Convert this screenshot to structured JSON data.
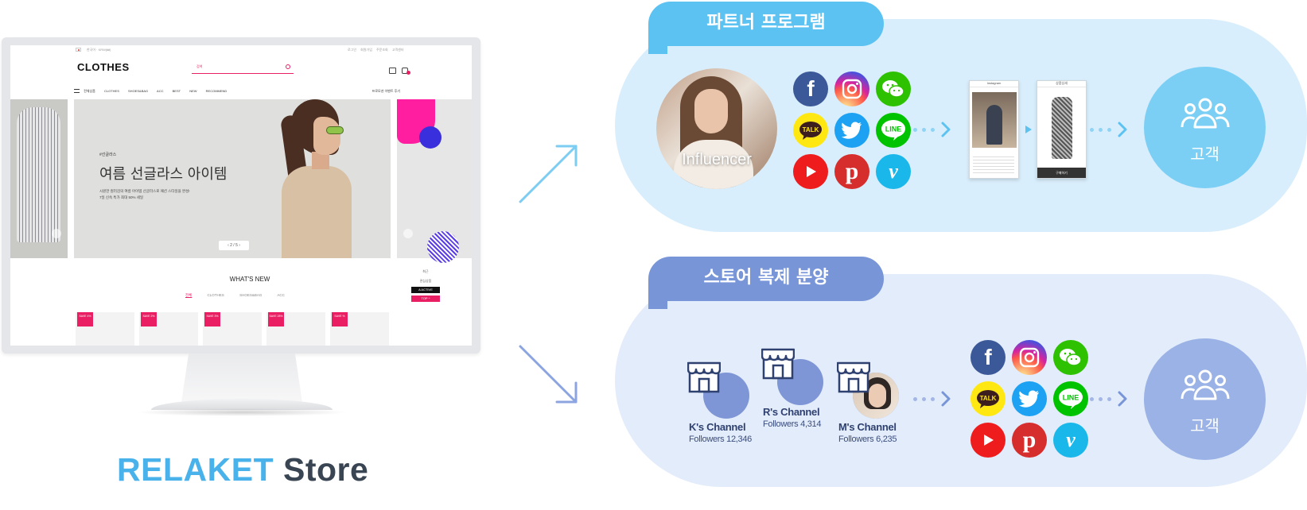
{
  "store": {
    "title_part1": "RELAKET",
    "title_part2": "Store",
    "site": {
      "topbar_left": "한국어 · KRW(₩)",
      "topbar_right": "로그인 회원가입 주문조회 고객센터",
      "logo": "CLOTHES",
      "search_placeholder": "검색",
      "menu": [
        "전체상품",
        "CLOTHES",
        "SHOES&BAG",
        "ACC",
        "BEST",
        "NEW",
        "RECOMMEND"
      ],
      "menu_right": "프로모션 이벤트 후기",
      "banner_tag": "#선글라스",
      "banner_headline": "여름 선글라스 아이템",
      "banner_desc_1": "시원한 컬러감의 여름 아이템 선글라스로 패션 스타일을 완성!",
      "banner_desc_2": "7일 신속 특가 최대 50% 세일",
      "banner_pager": "‹  2 / 5  ›",
      "whats_new": "WHAT'S NEW",
      "cat_tabs": [
        "전체",
        "CLOTHES",
        "SHOES&BAG",
        "ACC"
      ],
      "side_top": "최근",
      "side_mid": "관심상품",
      "side_btn_dark": "A ACTIVE",
      "side_btn_pink": "TOP ^",
      "products": [
        {
          "save": "SAVE 4%"
        },
        {
          "save": "SAVE 2%"
        },
        {
          "save": "SAVE 3%"
        },
        {
          "save": "SAVE 28%"
        },
        {
          "save": "SAVE %"
        }
      ]
    }
  },
  "partner": {
    "tab_label": "파트너 프로그램",
    "influencer_label": "Influencer",
    "phone1_bar": "Instagram",
    "phone2_bar": "상품상세",
    "phone2_btn": "구매하기",
    "customer_label": "고객"
  },
  "replica": {
    "tab_label": "스토어 복제 분양",
    "channels": [
      {
        "name": "K's Channel",
        "followers": "Followers 12,346"
      },
      {
        "name": "R's Channel",
        "followers": "Followers 4,314"
      },
      {
        "name": "M's Channel",
        "followers": "Followers 6,235"
      }
    ],
    "customer_label": "고객"
  },
  "icons": {
    "social": [
      "facebook-icon",
      "instagram-icon",
      "wechat-icon",
      "kakaotalk-icon",
      "twitter-icon",
      "line-icon",
      "youtube-icon",
      "pinterest-icon",
      "vimeo-icon"
    ],
    "customers": "people-group-icon",
    "store": "storefront-icon"
  },
  "colors": {
    "brand_blue": "#4ab2ea",
    "brand_dark": "#3a4553",
    "partner_accent": "#5cc2f2",
    "partner_bg": "#d9eefc",
    "replica_accent": "#7895d8",
    "replica_bg": "#e3ecfa",
    "site_accent": "#e91e63"
  }
}
